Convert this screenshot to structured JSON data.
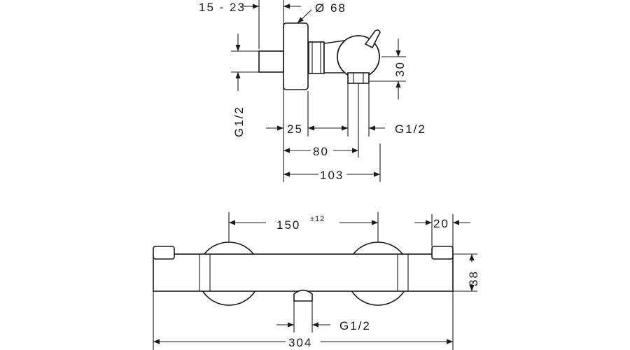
{
  "dimensions": {
    "wall_offset": "15 - 23",
    "cap_diameter": "Ø 68",
    "height_30": "30",
    "thread_left": "G1/2",
    "depth_25": "25",
    "thread_right": "G1/2",
    "depth_80": "80",
    "depth_103": "103",
    "centre_distance": "150",
    "centre_tolerance": "±12",
    "end_20": "20",
    "height_38": "38",
    "thread_bottom": "G1/2",
    "overall_length": "304"
  }
}
